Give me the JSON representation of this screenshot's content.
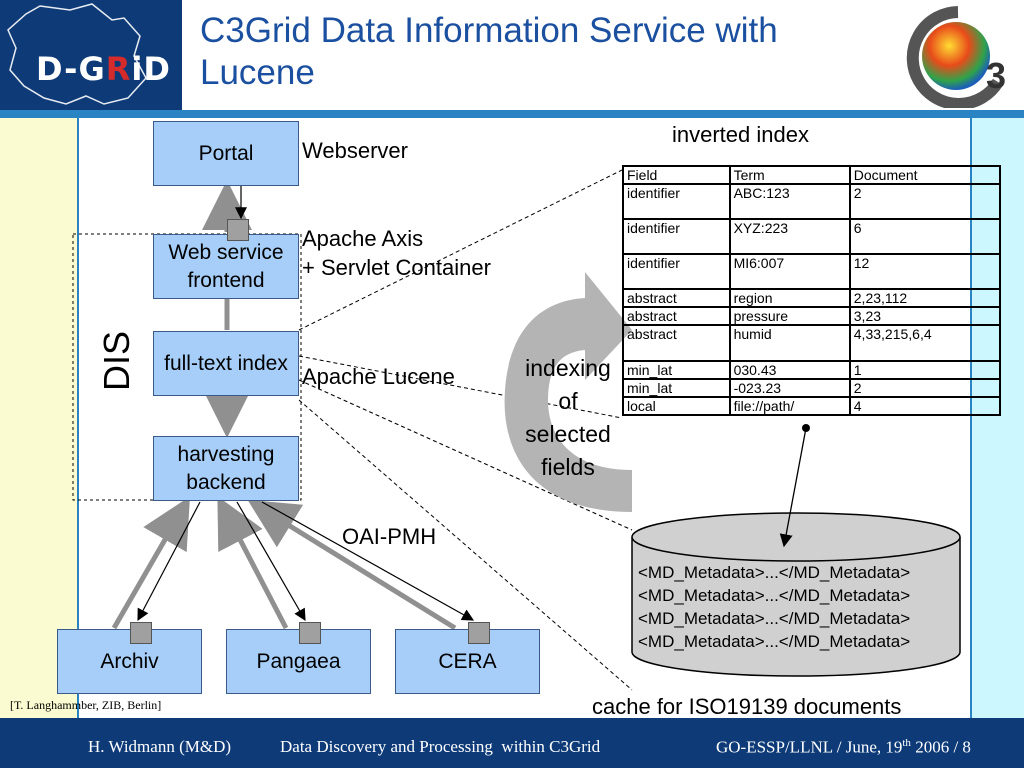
{
  "header": {
    "title": "C3Grid Data Information Service with Lucene",
    "logo_left": {
      "text_a": "D-G",
      "text_r": "R",
      "text_b": "iD"
    },
    "logo_right": {
      "text": "3"
    }
  },
  "diagram": {
    "boxes": {
      "portal": "Portal",
      "web_service": "Web service frontend",
      "fulltext": "full-text index",
      "harvesting": "harvesting backend",
      "archiv": "Archiv",
      "pangaea": "Pangaea",
      "cera": "CERA"
    },
    "labels": {
      "webserver": "Webserver",
      "axis_1": "Apache Axis",
      "axis_2": "+ Servlet Container",
      "lucene": "Apache Lucene",
      "oai": "OAI-PMH",
      "dis": "DIS",
      "indexing_1": "indexing",
      "indexing_2": "of",
      "indexing_3": "selected",
      "indexing_4": "fields",
      "inverted_index": "inverted index",
      "cache_caption": "cache for ISO19139 documents"
    },
    "index_table": {
      "headers": [
        "Field",
        "Term",
        "Document"
      ],
      "rows": [
        [
          "identifier",
          "ABC:123",
          "2"
        ],
        [
          "identifier",
          "XYZ:223",
          "6"
        ],
        [
          "identifier",
          "MI6:007",
          "12"
        ],
        [
          "abstract",
          "region",
          "2,23,112"
        ],
        [
          "abstract",
          "pressure",
          "3,23"
        ],
        [
          "abstract",
          "humid",
          "4,33,215,6,4"
        ],
        [
          "min_lat",
          "030.43",
          "1"
        ],
        [
          "min_lat",
          "-023.23",
          "2"
        ],
        [
          "local",
          "file://path/",
          "4"
        ]
      ]
    },
    "cache_lines": [
      "<MD_Metadata>...</MD_Metadata>",
      "<MD_Metadata>...</MD_Metadata>",
      "<MD_Metadata>...</MD_Metadata>",
      "<MD_Metadata>...</MD_Metadata>"
    ],
    "citation": "[T. Langhammber, ZIB, Berlin]"
  },
  "footer": {
    "left": "H. Widmann (M&D)",
    "center": "Data Discovery and Processing  within C3Grid",
    "right_prefix": "GO-ESSP/LLNL / June, 19",
    "right_sup": "th",
    "right_suffix": " 2006 / 8"
  },
  "colors": {
    "header_blue": "#0e3b78",
    "accent_blue": "#2a83c3",
    "box_fill": "#a6cef8",
    "left_band": "#fbfbd2",
    "right_band": "#ccf7ff"
  }
}
